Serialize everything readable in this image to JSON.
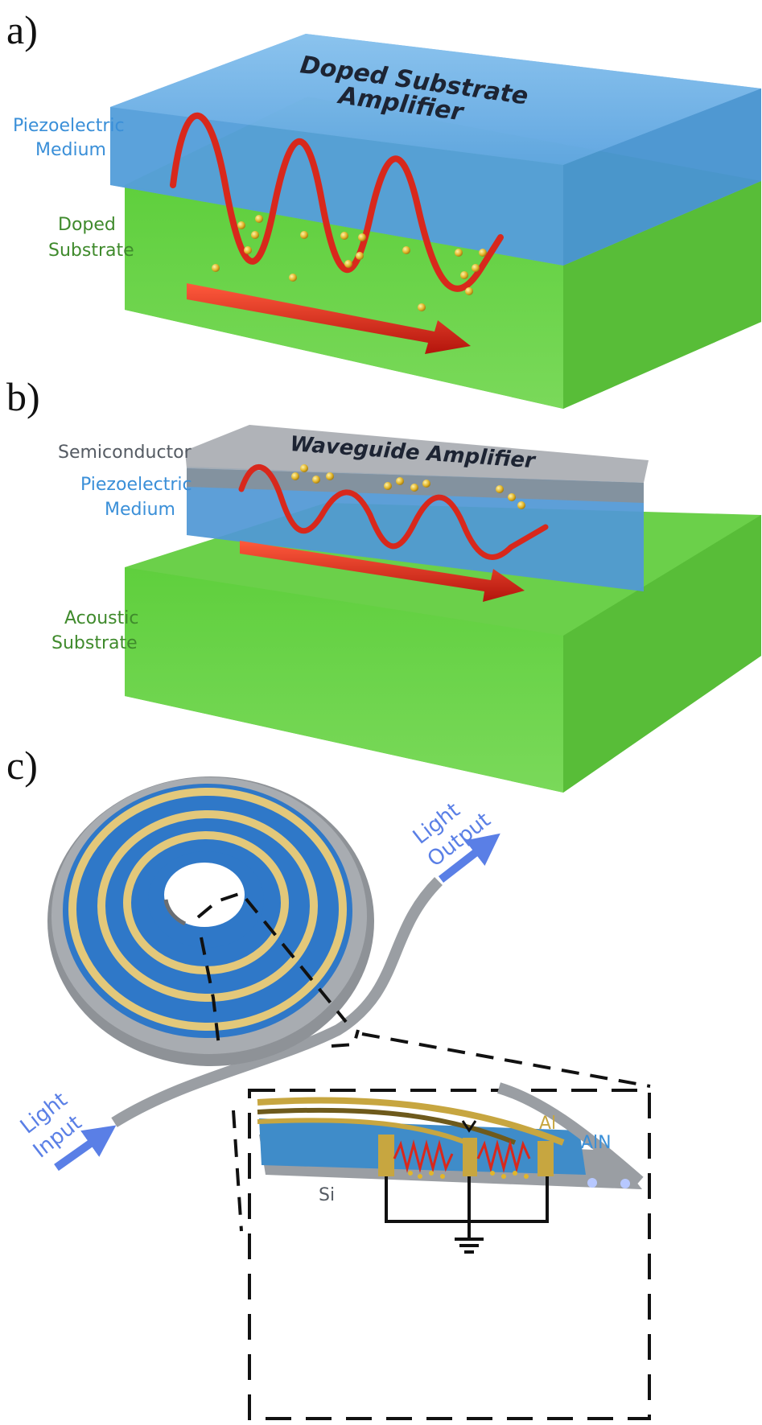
{
  "panels": {
    "a": {
      "letter": "a)",
      "title_line1": "Doped Substrate",
      "title_line2": "Amplifier",
      "label_top_line1": "Piezoelectric",
      "label_top_line2": "Medium",
      "label_bottom_line1": "Doped",
      "label_bottom_line2": "Substrate"
    },
    "b": {
      "letter": "b)",
      "title": "Waveguide Amplifier",
      "label_semiconductor": "Semiconductor",
      "label_mid_line1": "Piezoelectric",
      "label_mid_line2": "Medium",
      "label_bottom_line1": "Acoustic",
      "label_bottom_line2": "Substrate"
    },
    "c": {
      "letter": "c)",
      "output_line1": "Light",
      "output_line2": "Output",
      "input_line1": "Light",
      "input_line2": "Input",
      "label_al": "Al",
      "label_aln": "AlN",
      "label_si": "Si"
    }
  },
  "colors": {
    "piezo_blue": "#6aaee6",
    "substrate_green": "#66cc44",
    "semiconductor_grey": "#9a9ea3",
    "wave_red": "#d8281c",
    "electron_gold": "#e2b62a",
    "aluminum_gold": "#c7a640",
    "light_blue": "#5a7fe6"
  }
}
